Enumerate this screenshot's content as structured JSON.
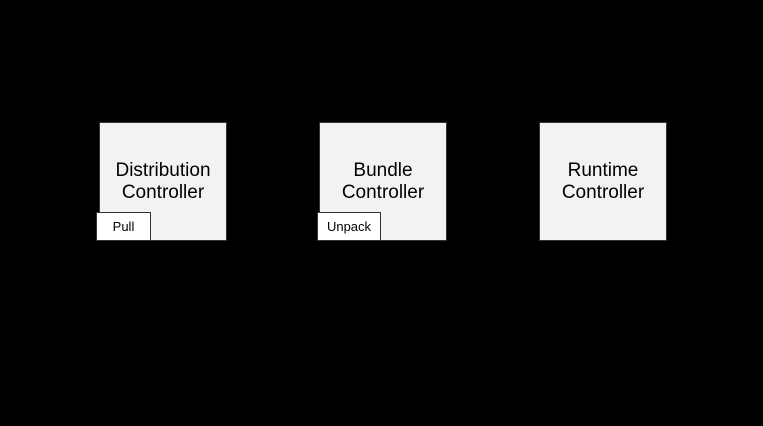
{
  "style": {
    "canvas_bg": "#000000",
    "node_fill": "#f2f2f2",
    "subnode_fill": "#ffffff",
    "border_color": "#333333",
    "text_color": "#000000"
  },
  "nodes": [
    {
      "name": "Distribution Controller",
      "subnode_label": "Pull"
    },
    {
      "name": "Bundle Controller",
      "subnode_label": "Unpack"
    },
    {
      "name": "Runtime Controller"
    }
  ]
}
